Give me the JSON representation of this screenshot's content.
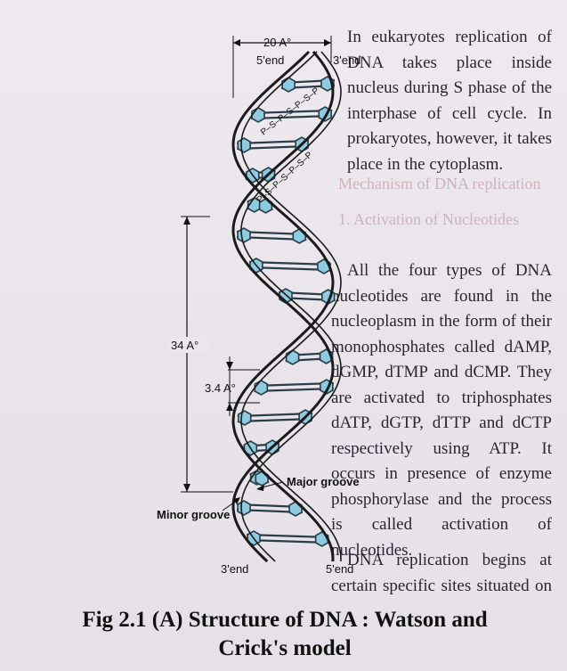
{
  "figure": {
    "labels": {
      "width": "20 A°",
      "top_left_end": "5'end",
      "top_right_end": "3'end",
      "pitch": "34 A°",
      "rise": "3.4 A°",
      "major_groove": "Major groove",
      "minor_groove": "Minor groove",
      "bottom_left_end": "3'end",
      "bottom_right_end": "5'end",
      "backbone_strand_a": "P–S–P–S–P–S–P",
      "backbone_strand_b": "P–S–P–S–P–S–P"
    },
    "caption_line1": "Fig 2.1 (A) Structure of DNA : Watson and",
    "caption_line2": "Crick's model"
  },
  "text": {
    "para1": "In eukaryotes replication of DNA takes place inside nucleus during S phase of the interphase of cell cycle. In prokaryotes, however, it takes place in the cytoplasm.",
    "para2": "All the four types of DNA nucleotides are found in the nucleoplasm in the form of their monophosphates called dAMP, dGMP, dTMP and dCMP. They are activated to triphosphates dATP, dGTP, dTTP and dCTP respectively using ATP. It occurs in presence of enzyme phosphorylase and the process is called activation of nucleotides.",
    "bleed_lines": [
      "Mechanism of DNA replication",
      "1.  Activation of Nucleotides"
    ],
    "para3_start": "DNA replication begins at certain specific sites situated on the molecule. Such sites are called origin of replication."
  },
  "colors": {
    "base": "#8ecbe0",
    "base_stroke": "#2b3d48",
    "strand": "#1b1b1b"
  }
}
